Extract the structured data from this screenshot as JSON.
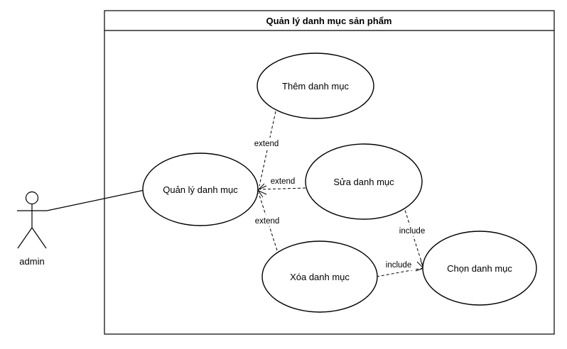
{
  "system": {
    "title": "Quản lý danh mục sản phẩm"
  },
  "actor": {
    "name": "admin"
  },
  "use_cases": {
    "main": "Quản lý danh mục",
    "add": "Thêm danh mục",
    "edit": "Sửa danh mục",
    "delete": "Xóa danh mục",
    "select": "Chọn danh mục"
  },
  "relations": {
    "add_extend": "extend",
    "edit_extend": "extend",
    "delete_extend": "extend",
    "edit_include": "include",
    "delete_include": "include"
  },
  "colors": {
    "stroke": "#000000",
    "background": "#ffffff"
  }
}
